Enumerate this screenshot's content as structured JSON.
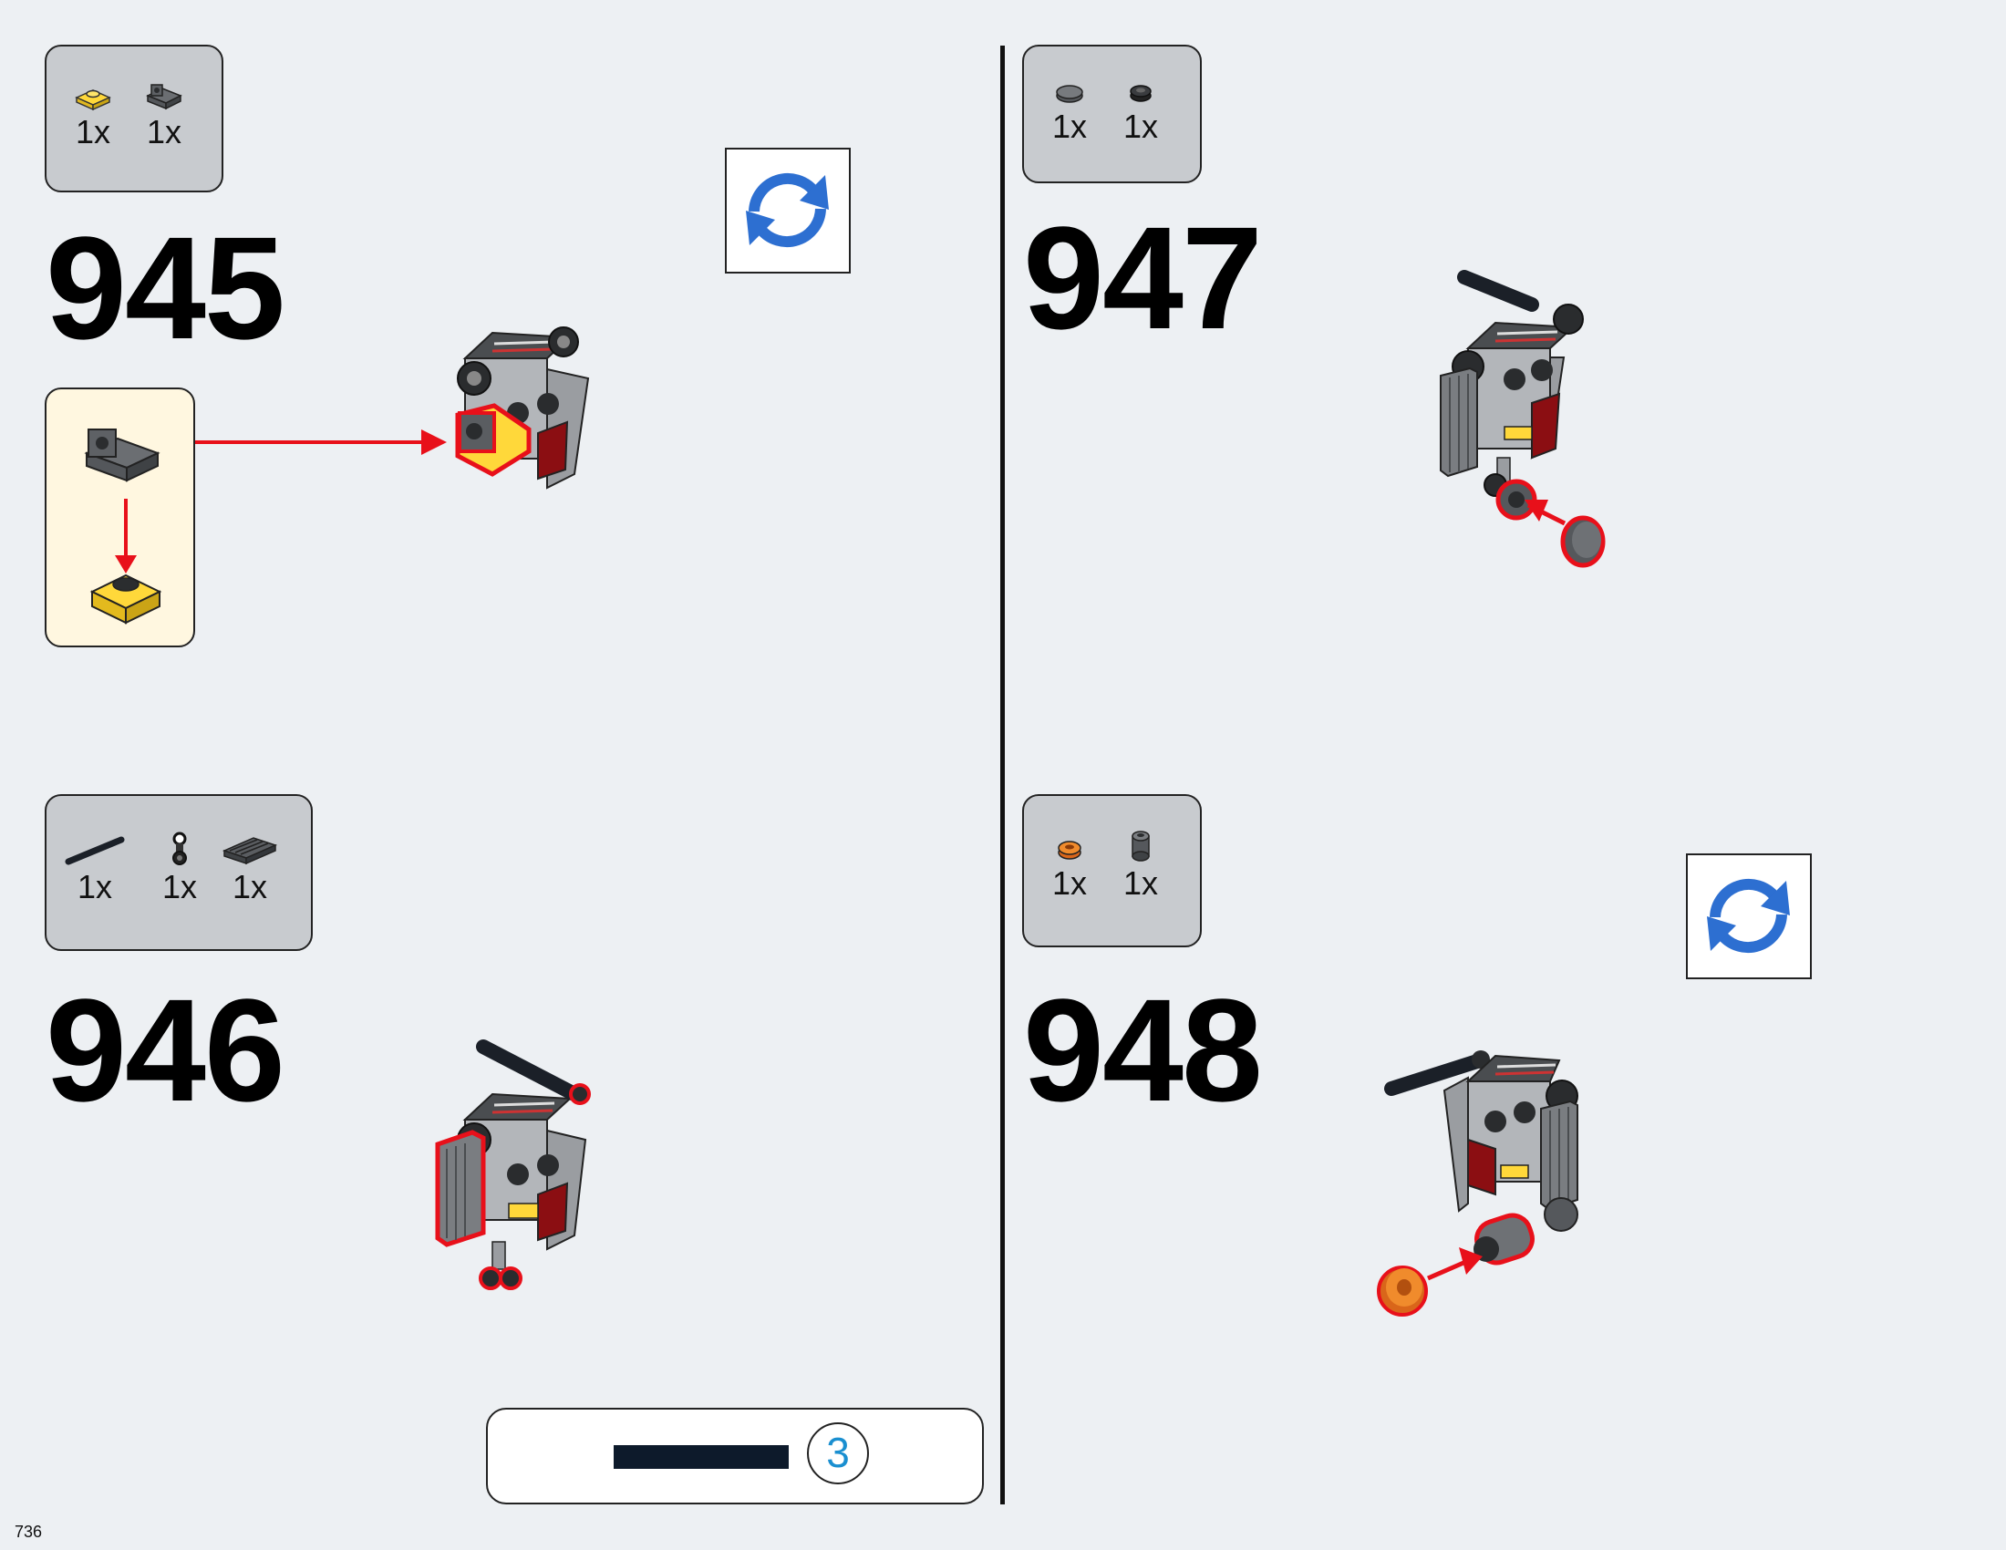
{
  "page_number": "736",
  "steps": [
    {
      "number": "945",
      "parts": [
        {
          "icon": "yellow-plate-1x1-icon",
          "qty": "1x"
        },
        {
          "icon": "dark-gray-bracket-icon",
          "qty": "1x"
        }
      ],
      "rotate": true,
      "callout": true
    },
    {
      "number": "946",
      "parts": [
        {
          "icon": "black-axle-icon",
          "qty": "1x"
        },
        {
          "icon": "black-pin-connector-icon",
          "qty": "1x"
        },
        {
          "icon": "dark-gray-grille-tile-icon",
          "qty": "1x"
        }
      ]
    },
    {
      "number": "947",
      "parts": [
        {
          "icon": "dark-gray-round-tile-icon",
          "qty": "1x"
        },
        {
          "icon": "black-round-plate-icon",
          "qty": "1x"
        }
      ]
    },
    {
      "number": "948",
      "parts": [
        {
          "icon": "orange-round-plate-icon",
          "qty": "1x"
        },
        {
          "icon": "dark-gray-round-brick-icon",
          "qty": "1x"
        }
      ],
      "rotate": true
    }
  ],
  "submodel_counter": "3",
  "colors": {
    "background": "#edf0f3",
    "parts_box": "#c8cbcf",
    "callout": "#fff7e0",
    "arrow": "#e8101a",
    "rotate_icon": "#2d6fd1",
    "counter_number": "#1a8fd0"
  }
}
